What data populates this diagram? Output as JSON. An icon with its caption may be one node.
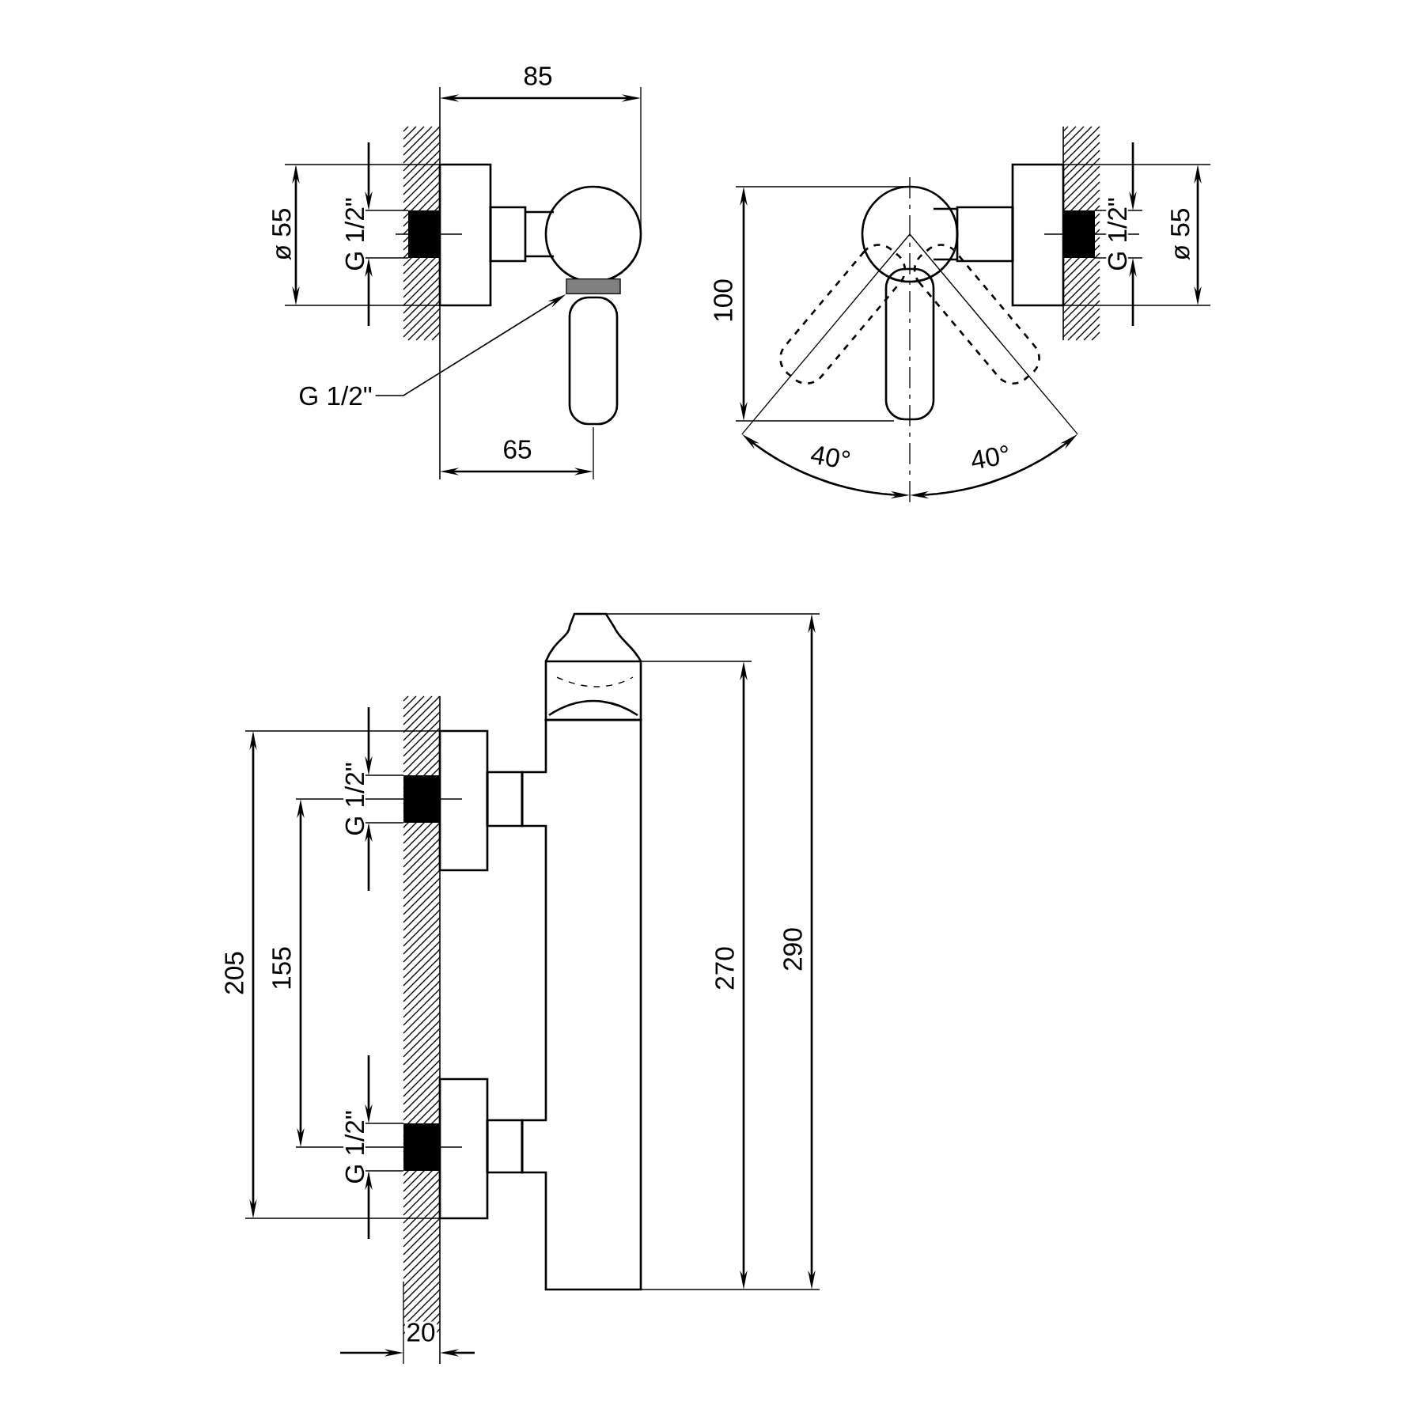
{
  "diagram": {
    "nodes": [
      {
        "text": [
          "G 1/2\""
        ]
      },
      {
        "text": [],
        "shape": "bar"
      }
    ],
    "edges": [
      {
        "from": 0,
        "to": 1,
        "arrow": "to"
      }
    ],
    "labels": [
      "85",
      "ø 55",
      "G 1/2\"",
      "65",
      "100",
      "G 1/2\"",
      "ø 55",
      "40°",
      "40°",
      "G 1/2\"",
      "205",
      "155",
      "G 1/2\"",
      "270",
      "290",
      "20"
    ]
  }
}
